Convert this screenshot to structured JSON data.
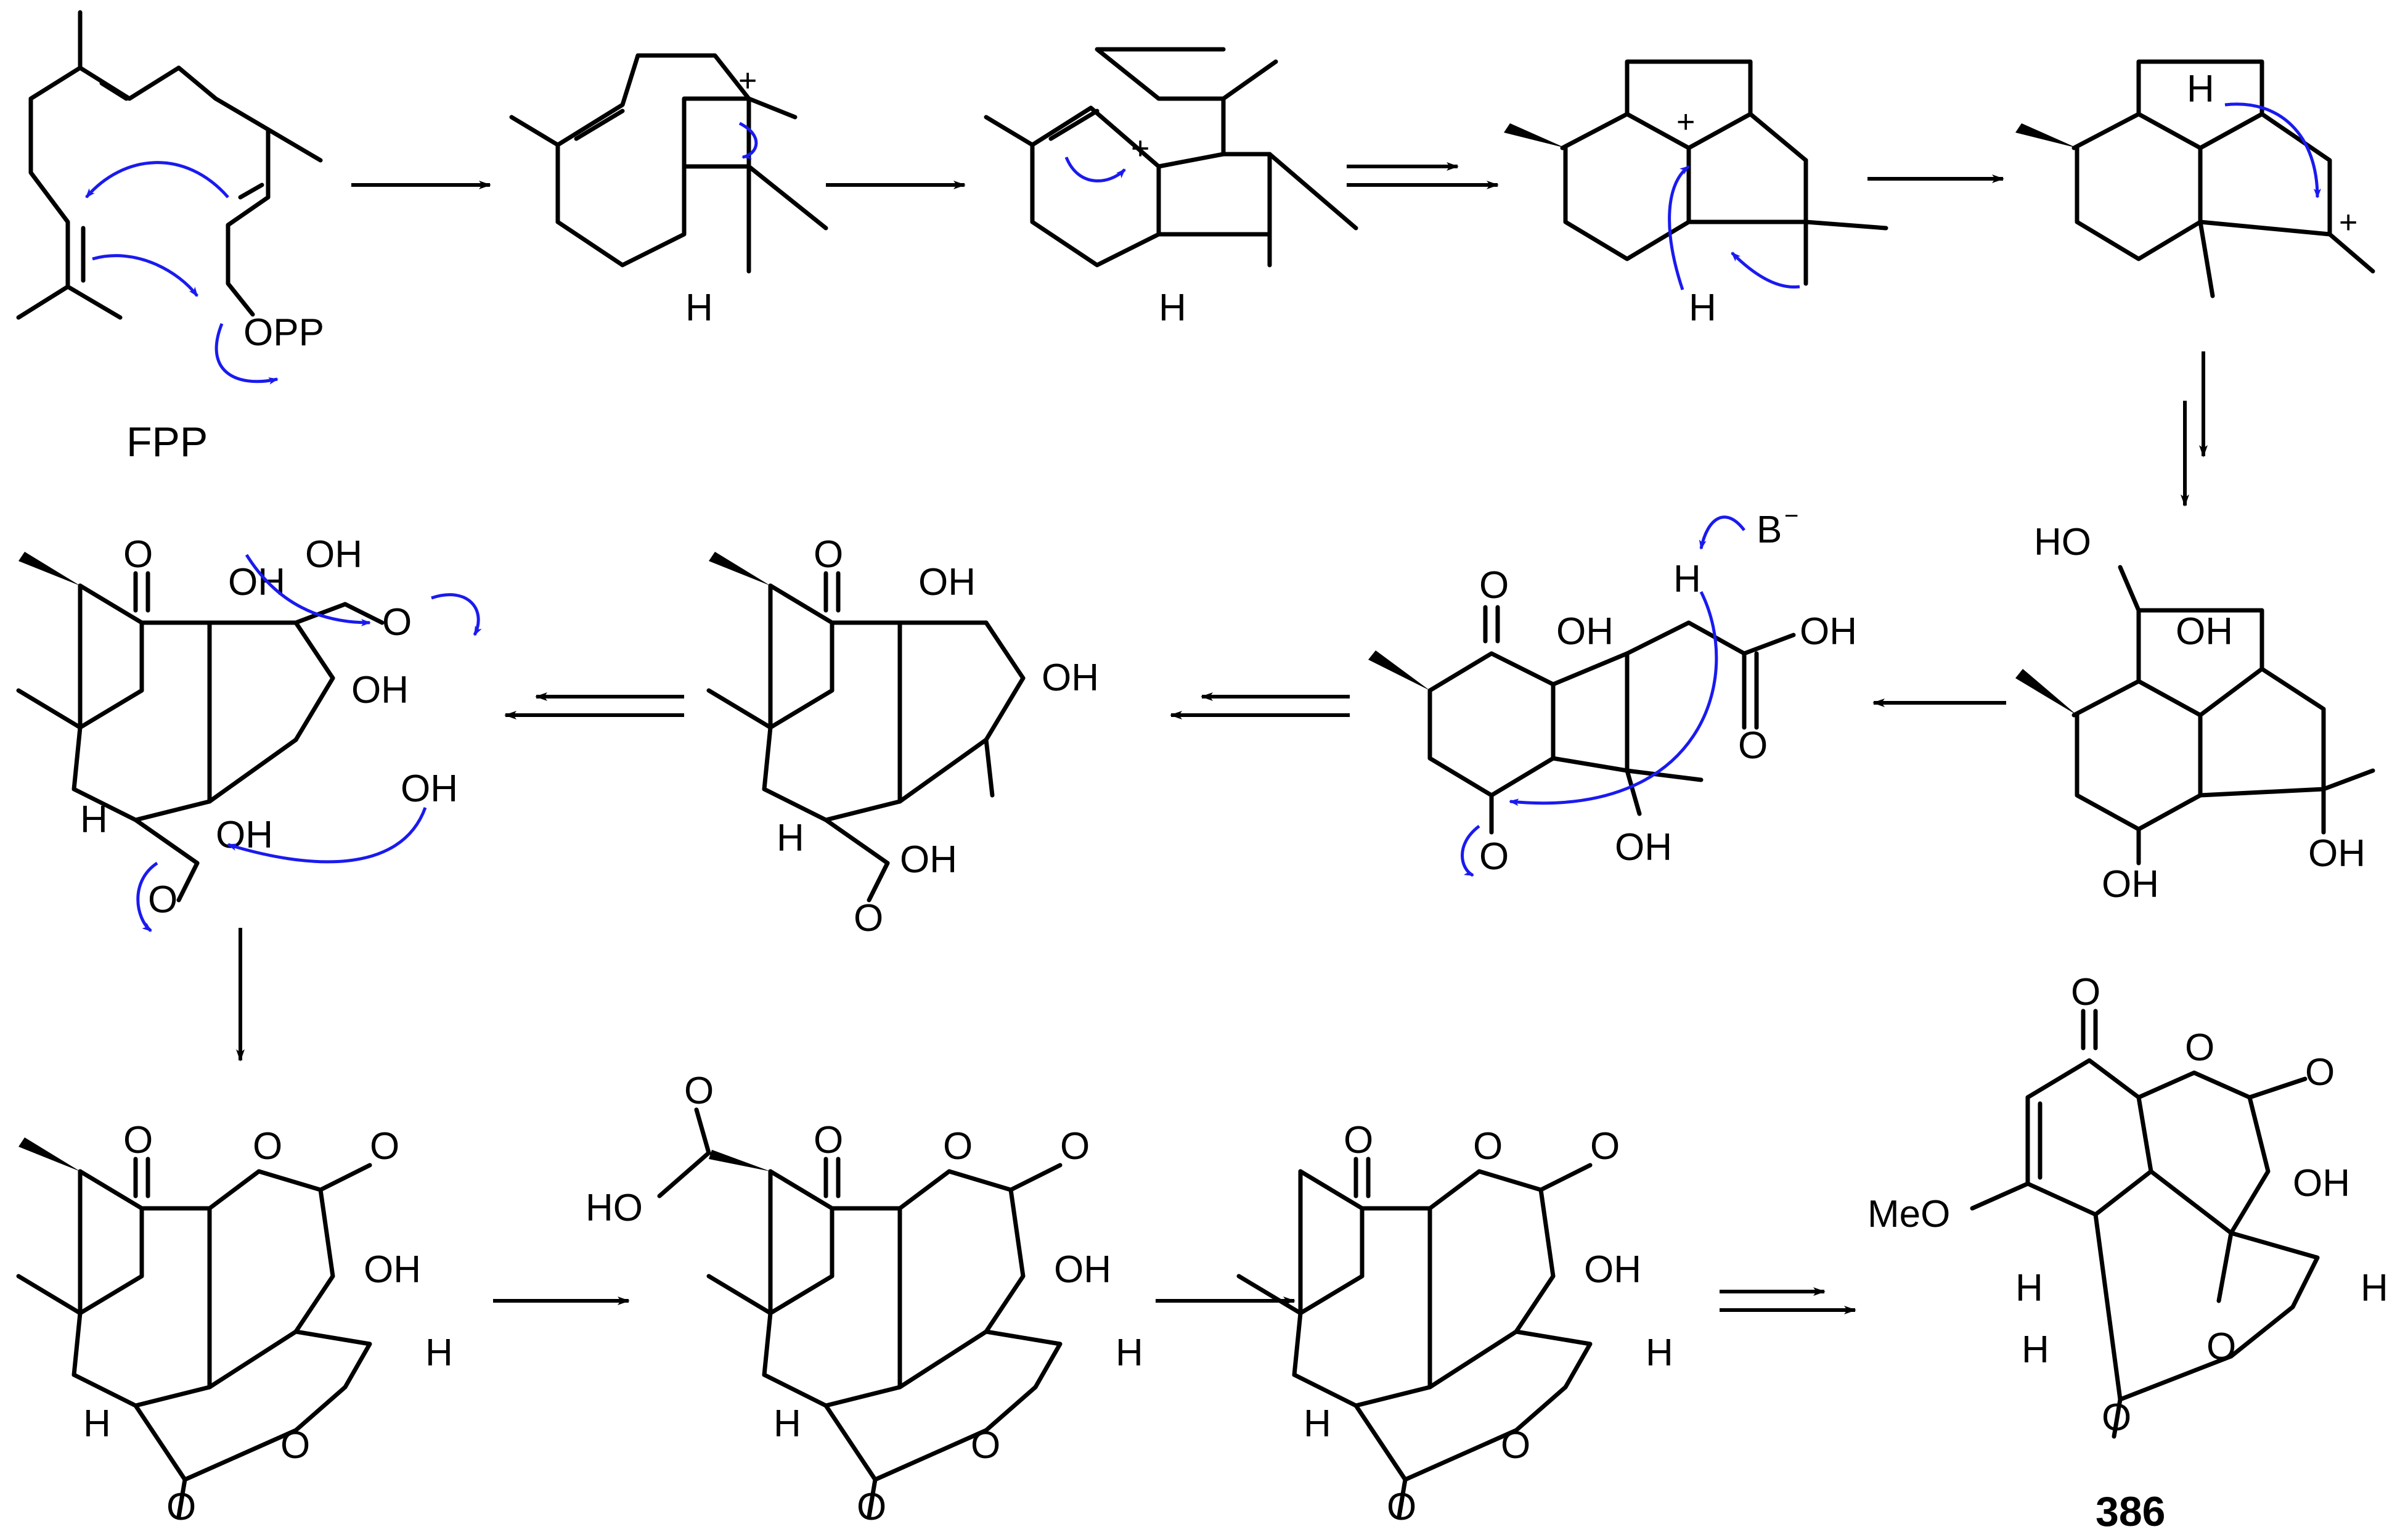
{
  "colors": {
    "bond": "#000000",
    "mechanism_arrow": "#1a1af0",
    "background": "#ffffff"
  },
  "labels": {
    "fpp_caption": "FPP",
    "opp": "OPP",
    "h": "H",
    "plus": "+",
    "o": "O",
    "oh": "OH",
    "ho": "HO",
    "base": "B",
    "minus": "−",
    "meo": "MeO",
    "compound_number": "386"
  }
}
